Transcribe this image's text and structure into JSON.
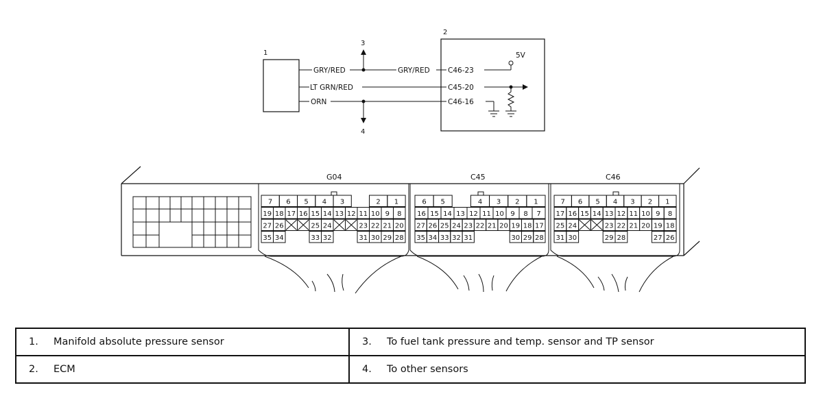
{
  "schematic": {
    "components": [
      {
        "id": "1",
        "label": "1"
      },
      {
        "id": "2",
        "label": "2"
      }
    ],
    "wires": [
      {
        "from_color": "GRY/RED",
        "to_color": "GRY/RED",
        "ecm_pin": "C46-23"
      },
      {
        "from_color": "LT GRN/RED",
        "to_color": "",
        "ecm_pin": "C45-20"
      },
      {
        "from_color": "ORN",
        "to_color": "",
        "ecm_pin": "C46-16"
      }
    ],
    "branch_up": "3",
    "branch_down": "4",
    "supply": "5V"
  },
  "connectors": [
    {
      "name": "G04",
      "rows": [
        [
          "7",
          "6",
          "5",
          "4",
          "3",
          "",
          "2",
          "1"
        ],
        [
          "19",
          "18",
          "17",
          "16",
          "15",
          "14",
          "13",
          "12",
          "11",
          "10",
          "9",
          "8"
        ],
        [
          "27",
          "26",
          "X",
          "X",
          "25",
          "24",
          "X",
          "X",
          "23",
          "22",
          "21",
          "20"
        ],
        [
          "35",
          "34",
          "",
          "",
          "33",
          "32",
          "",
          "",
          "31",
          "30",
          "29",
          "28"
        ]
      ]
    },
    {
      "name": "C45",
      "rows": [
        [
          "6",
          "5",
          "",
          "4",
          "3",
          "2",
          "1"
        ],
        [
          "16",
          "15",
          "14",
          "13",
          "12",
          "11",
          "10",
          "9",
          "8",
          "7"
        ],
        [
          "27",
          "26",
          "25",
          "24",
          "23",
          "22",
          "21",
          "20",
          "19",
          "18",
          "17"
        ],
        [
          "35",
          "34",
          "33",
          "32",
          "31",
          "",
          "",
          "",
          "30",
          "29",
          "28"
        ]
      ]
    },
    {
      "name": "C46",
      "rows": [
        [
          "7",
          "6",
          "5",
          "4",
          "3",
          "2",
          "1"
        ],
        [
          "17",
          "16",
          "15",
          "14",
          "13",
          "12",
          "11",
          "10",
          "9",
          "8"
        ],
        [
          "25",
          "24",
          "X",
          "X",
          "23",
          "22",
          "21",
          "20",
          "19",
          "18"
        ],
        [
          "31",
          "30",
          "",
          "",
          "29",
          "28",
          "",
          "",
          "27",
          "26"
        ]
      ]
    }
  ],
  "legend": [
    {
      "num": "1.",
      "text": "Manifold absolute pressure sensor"
    },
    {
      "num": "3.",
      "text": "To fuel tank pressure and temp. sensor and TP sensor"
    },
    {
      "num": "2.",
      "text": "ECM"
    },
    {
      "num": "4.",
      "text": "To other sensors"
    }
  ]
}
